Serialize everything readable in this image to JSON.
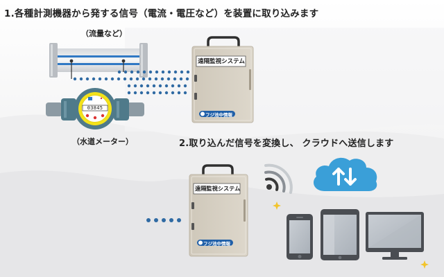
{
  "section1": {
    "heading": "1.各種計測機器から発する信号（電流・電圧など）を装置に取り込みます",
    "flow_caption": "（流量など）",
    "meter_caption": "（水道メーター）",
    "meter_digits": "03845"
  },
  "section2": {
    "heading": "2.取り込んだ信号を変換し、 クラウドへ送信します"
  },
  "device": {
    "label": "遠隔監視システム",
    "logo_text": "フジ池中情報"
  },
  "colors": {
    "dots": "#2f6aa3",
    "pipe_blue": "#2f78c4",
    "meter_body": "#4f7a8a",
    "meter_ring": "#f3e21a",
    "cabinet": "#d8d2c6",
    "cloud": "#3a9fd8",
    "screen": "#bfc5cc",
    "sparkle": "#f2c42c"
  }
}
